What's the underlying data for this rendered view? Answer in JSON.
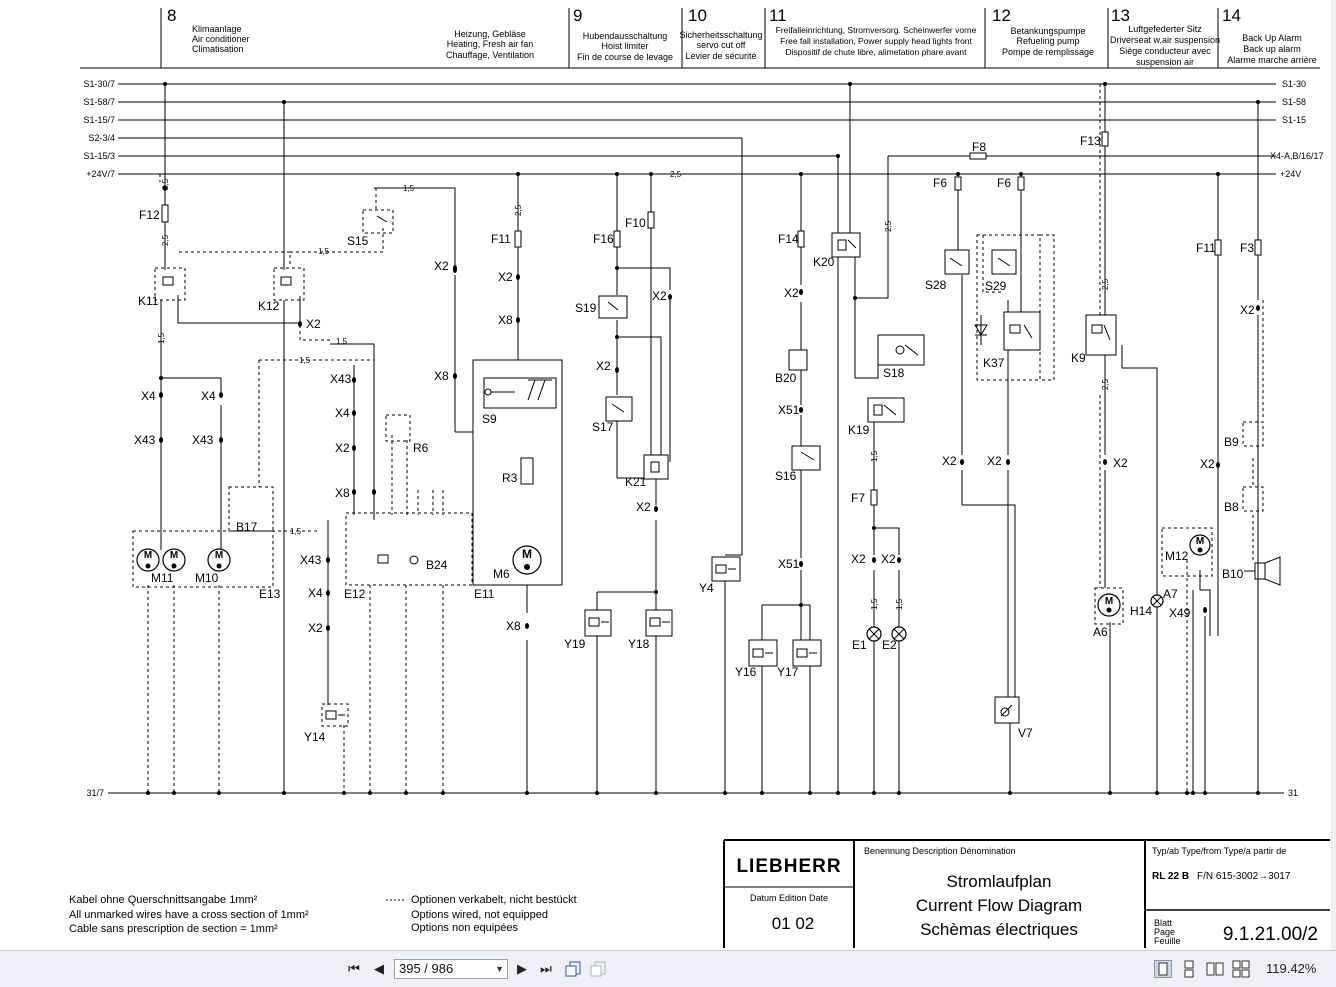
{
  "columns": [
    {
      "num": "8",
      "l1": "Klimaanlage",
      "l2": "Air conditioner",
      "l3": "Climatisation",
      "l4": ""
    },
    {
      "num": "",
      "l1": "Heizung, Gebläse",
      "l2": "Heating, Fresh air fan",
      "l3": "Chauffage, Ventilation",
      "l4": ""
    },
    {
      "num": "9",
      "l1": "Hubendausschaltung",
      "l2": "Hoist limiter",
      "l3": "Fin de course de levage",
      "l4": ""
    },
    {
      "num": "10",
      "l1": "Sicherheitsschaltung",
      "l2": "servo cut off",
      "l3": "Levier de sécurité",
      "l4": ""
    },
    {
      "num": "11",
      "l1": "Freifalleinrichtung, Stromversorg. Scheinwerfer vorne",
      "l2": "Free fall installation, Power supply head lights front",
      "l3": "Dispositif de chute libre, alimetation phare avant",
      "l4": ""
    },
    {
      "num": "12",
      "l1": "Betankungspumpe",
      "l2": "Refueling pump",
      "l3": "Pompe de remplissage",
      "l4": ""
    },
    {
      "num": "13",
      "l1": "Luftgefederter Sitz",
      "l2": "Driverseat w.air suspension",
      "l3": "Siège conducteur avec",
      "l4": "suspension air"
    },
    {
      "num": "14",
      "l1": "Back Up Alarm",
      "l2": "Back up alarm",
      "l3": "Alarme marche arrière",
      "l4": ""
    }
  ],
  "rails": [
    {
      "left": "S1-30/7",
      "right": "S1-30"
    },
    {
      "left": "S1-58/7",
      "right": "S1-58"
    },
    {
      "left": "S1-15/7",
      "right": "S1-15"
    },
    {
      "left": "S2-3/4",
      "right": ""
    },
    {
      "left": "S1-15/3",
      "right": "X4-A,B/16/17"
    },
    {
      "left": "+24V/7",
      "right": "+24V"
    },
    {
      "left": "31/7",
      "right": "31"
    }
  ],
  "components": {
    "F12": "F12",
    "K11": "K11",
    "K12": "K12",
    "S15": "S15",
    "X2": "X2",
    "X4": "X4",
    "X43": "X43",
    "X8": "X8",
    "M11": "M11",
    "M10": "M10",
    "E13": "E13",
    "B17": "B17",
    "R6": "R6",
    "B24": "B24",
    "E12": "E12",
    "Y14": "Y14",
    "S9": "S9",
    "F11": "F11",
    "R3": "R3",
    "M6": "M6",
    "E11": "E11",
    "F16": "F16",
    "F10": "F10",
    "S19": "S19",
    "S17": "S17",
    "K21": "K21",
    "Y19": "Y19",
    "Y18": "Y18",
    "Y4": "Y4",
    "F14": "F14",
    "B20": "B20",
    "X51": "X51",
    "S16": "S16",
    "Y16": "Y16",
    "Y17": "Y17",
    "K20": "K20",
    "S18": "S18",
    "K19": "K19",
    "F7": "F7",
    "E1": "E1",
    "E2": "E2",
    "F8": "F8",
    "F6": "F6",
    "S28": "S28",
    "S29": "S29",
    "K37": "K37",
    "V7": "V7",
    "F13": "F13",
    "K9": "K9",
    "A6": "A6",
    "H14": "H14",
    "A7": "A7",
    "M12": "M12",
    "X49": "X49",
    "F3": "F3",
    "B9": "B9",
    "B8": "B8",
    "B10": "B10"
  },
  "wire_labels": {
    "w15": "1,5",
    "w25": "2,5"
  },
  "notes": {
    "de": "Kabel ohne Querschnittsangabe 1mm²",
    "en": "All unmarked wires have a cross section of 1mm²",
    "fr": "Cable sans prescription de section = 1mm²",
    "opt_de": "Optionen verkabelt, nicht bestückt",
    "opt_en": "Options wired, not equipped",
    "opt_fr": "Options non equipées"
  },
  "title_block": {
    "brand": "LIEBHERR",
    "date_hdr": "Datum   Edition   Date",
    "edition": "01 02",
    "benennung_hdr": "Benennung   Description   Dénomination",
    "title_de": "Stromlaufplan",
    "title_en": "Current Flow Diagram",
    "title_fr": "Schèmas électriques",
    "type_hdr": "Typ/ab   Type/from   Type/a partir de",
    "type_bold": "RL 22 B",
    "type_rest": "F/N 615-3002→3017",
    "blatt": "Blatt",
    "page_lbl": "Page",
    "feuille": "Feuille",
    "sheet_no": "9.1.21.00/2"
  },
  "viewer": {
    "page_indicator": "395 / 986",
    "zoom": "119.42%"
  }
}
